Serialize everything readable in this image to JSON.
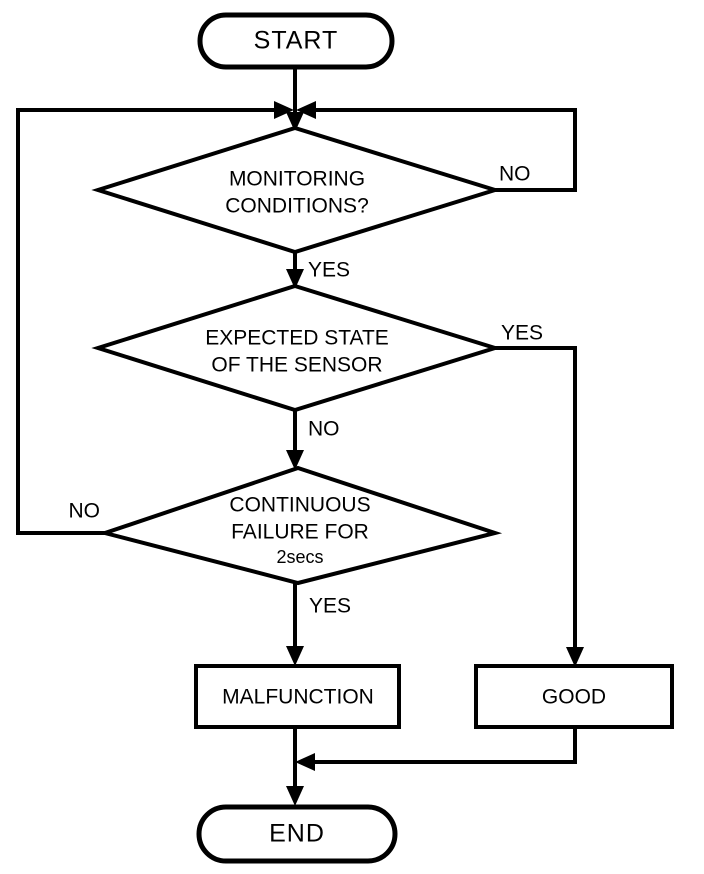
{
  "diagram": {
    "type": "flowchart",
    "title": "Sensor monitoring diagnostic flowchart",
    "orientation": "top-to-bottom",
    "background_color": "#ffffff",
    "line_color": "#000000",
    "nodes": {
      "start": {
        "shape": "terminal",
        "label": "START"
      },
      "decision1": {
        "shape": "decision",
        "line1": "MONITORING",
        "line2": "CONDITIONS?"
      },
      "decision2": {
        "shape": "decision",
        "line1": "EXPECTED STATE",
        "line2": "OF THE SENSOR"
      },
      "decision3": {
        "shape": "decision",
        "line1": "CONTINUOUS",
        "line2": "FAILURE FOR",
        "line3": "2secs"
      },
      "malfunction": {
        "shape": "process",
        "label": "MALFUNCTION"
      },
      "good": {
        "shape": "process",
        "label": "GOOD"
      },
      "end": {
        "shape": "terminal",
        "label": "END"
      }
    },
    "edge_labels": {
      "d1_no": "NO",
      "d1_yes": "YES",
      "d2_yes": "YES",
      "d2_no": "NO",
      "d3_no": "NO",
      "d3_yes": "YES"
    }
  }
}
